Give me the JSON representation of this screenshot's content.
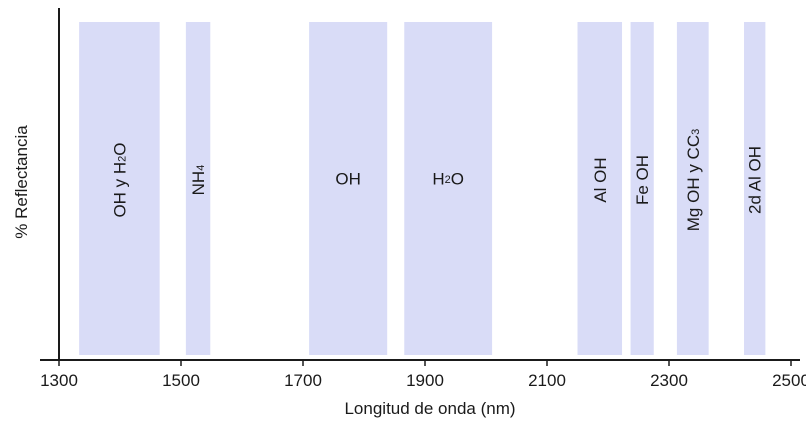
{
  "chart_data": {
    "type": "bar",
    "title": "",
    "xlabel": "Longitud de onda (nm)",
    "ylabel": "% Reflectancia",
    "xlim": [
      1300,
      2500
    ],
    "x_ticks": [
      "1300",
      "1500",
      "1700",
      "1900",
      "2100",
      "2300",
      "2500"
    ],
    "x_tick_values": [
      1300,
      1500,
      1700,
      1900,
      2100,
      2300,
      2500
    ],
    "grid": false,
    "legend": "none",
    "band_color": "#d9dcf7",
    "bands": [
      {
        "label": "OH y H2O",
        "start": 1333,
        "end": 1465,
        "orientation": "vertical"
      },
      {
        "label": "NH4",
        "start": 1508,
        "end": 1548,
        "orientation": "vertical"
      },
      {
        "label": "OH",
        "start": 1710,
        "end": 1838,
        "orientation": "horizontal"
      },
      {
        "label": "H2O",
        "start": 1866,
        "end": 2010,
        "orientation": "horizontal"
      },
      {
        "label": "Al OH",
        "start": 2150,
        "end": 2223,
        "orientation": "vertical"
      },
      {
        "label": "Fe OH",
        "start": 2237,
        "end": 2275,
        "orientation": "vertical"
      },
      {
        "label": "Mg OH y CC3",
        "start": 2313,
        "end": 2365,
        "orientation": "vertical"
      },
      {
        "label": "2d Al OH",
        "start": 2423,
        "end": 2458,
        "orientation": "vertical"
      }
    ]
  }
}
